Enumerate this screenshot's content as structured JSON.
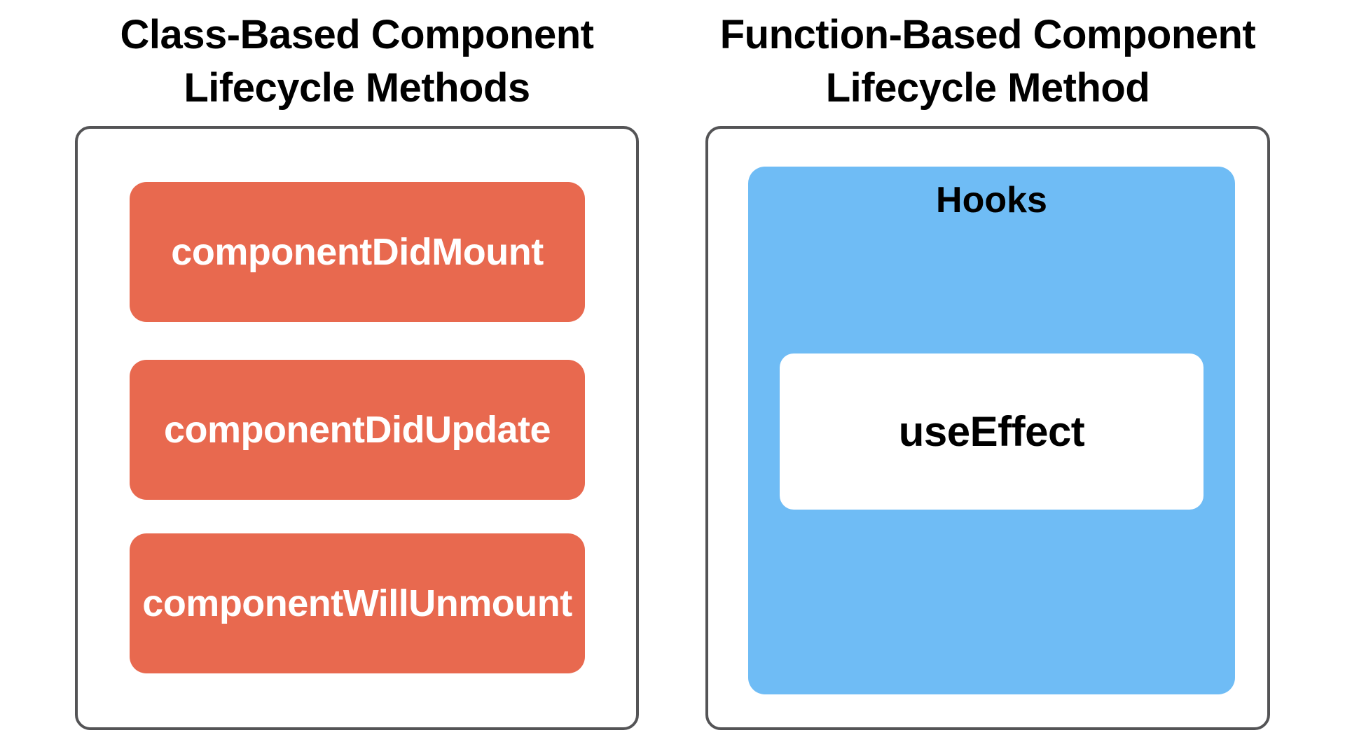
{
  "left_panel": {
    "title_line1": "Class-Based Component",
    "title_line2": "Lifecycle Methods",
    "methods": [
      "componentDidMount",
      "componentDidUpdate",
      "componentWillUnmount"
    ]
  },
  "right_panel": {
    "title_line1": "Function-Based Component",
    "title_line2": "Lifecycle Method",
    "hooks_label": "Hooks",
    "hook_method": "useEffect"
  },
  "colors": {
    "method_red": "#E8694F",
    "method_text": "#FFFFFF",
    "hooks_blue": "#6FBCF5",
    "panel_border": "#545456",
    "title_text": "#000000"
  }
}
